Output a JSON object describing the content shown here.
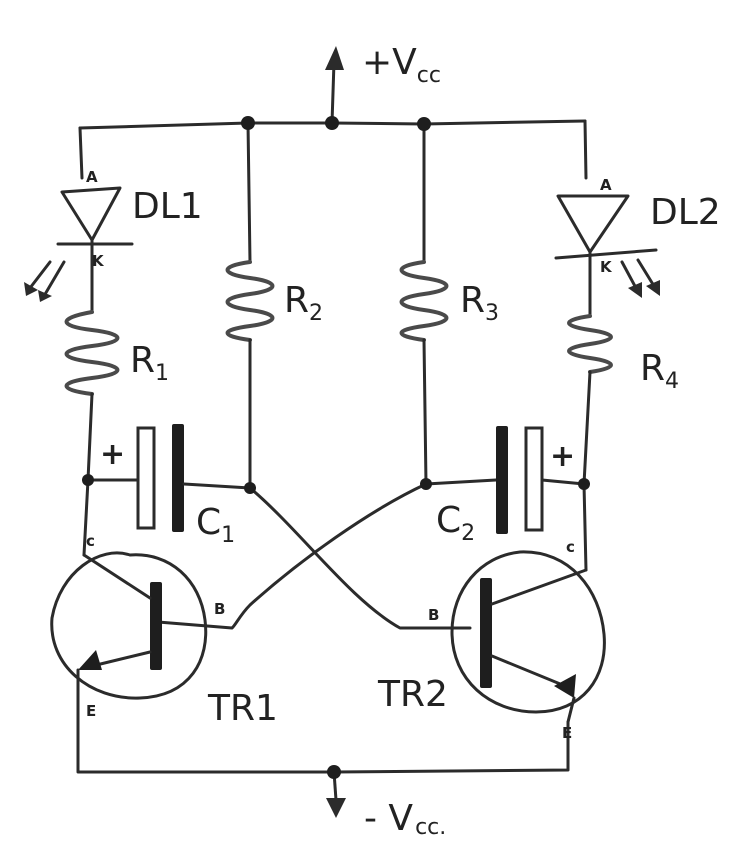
{
  "supply": {
    "positive": "+V",
    "positive_sub": "cc",
    "negative": "- V",
    "negative_sub": "cc."
  },
  "leds": {
    "dl1": {
      "label": "DL1",
      "anode": "A",
      "cathode": "K"
    },
    "dl2": {
      "label": "DL2",
      "anode": "A",
      "cathode": "K"
    }
  },
  "resistors": {
    "r1": {
      "main": "R",
      "sub": "1"
    },
    "r2": {
      "main": "R",
      "sub": "2"
    },
    "r3": {
      "main": "R",
      "sub": "3"
    },
    "r4": {
      "main": "R",
      "sub": "4"
    }
  },
  "capacitors": {
    "c1": {
      "main": "C",
      "sub": "1",
      "polarity": "+"
    },
    "c2": {
      "main": "C",
      "sub": "2",
      "polarity": "+"
    }
  },
  "transistors": {
    "tr1": {
      "label": "TR1",
      "collector": "c",
      "base": "B",
      "emitter": "E"
    },
    "tr2": {
      "label": "TR2",
      "collector": "c",
      "base": "B",
      "emitter": "E"
    }
  }
}
